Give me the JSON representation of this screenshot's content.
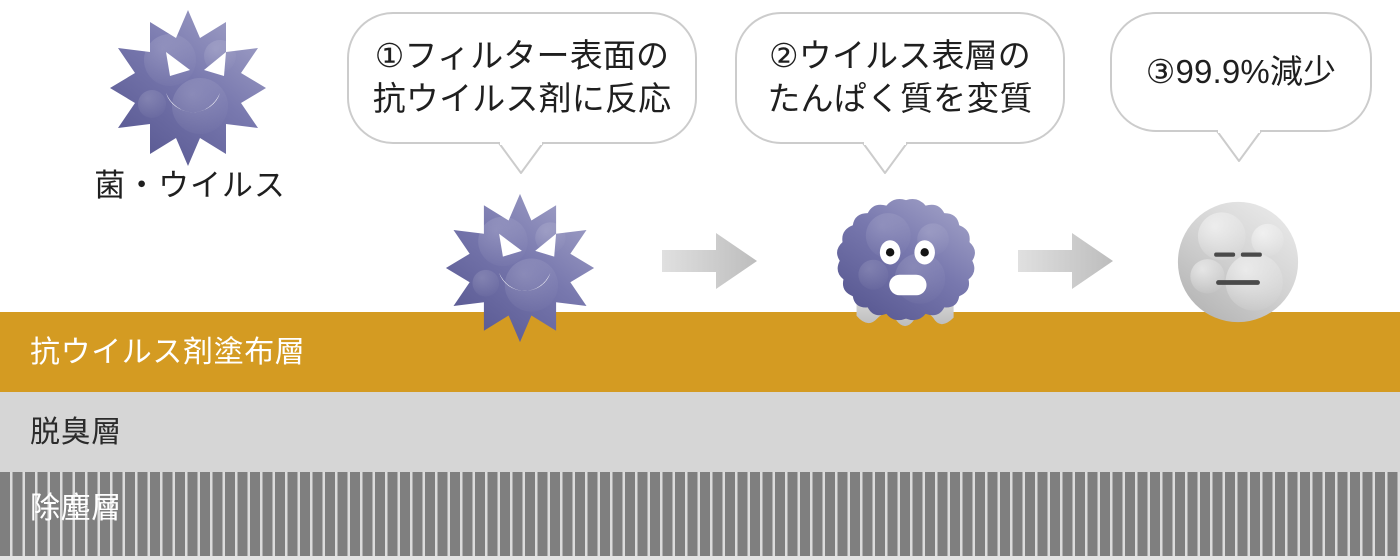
{
  "diagram": {
    "title_semantic": "antiviral-filter-mechanism",
    "background_color": "#ffffff"
  },
  "virus_label": {
    "text": "菌・ウイルス"
  },
  "bubbles": [
    {
      "id": "step-1",
      "number": "①",
      "text": "①フィルター表面の\n抗ウイルス剤に反応",
      "border_color": "#cccccc",
      "text_color": "#1f1f1f"
    },
    {
      "id": "step-2",
      "number": "②",
      "text": "②ウイルス表層の\nたんぱく質を変質",
      "border_color": "#cccccc",
      "text_color": "#1f1f1f"
    },
    {
      "id": "step-3",
      "number": "③",
      "text": "③99.9%減少",
      "border_color": "#cccccc",
      "text_color": "#1f1f1f"
    }
  ],
  "layers": [
    {
      "id": "antiviral",
      "label": "抗ウイルス剤塗布層",
      "fill_color": "#d49b22",
      "text_color": "#ffffff"
    },
    {
      "id": "deodorizing",
      "label": "脱臭層",
      "fill_color": "#d6d6d6",
      "text_color": "#2b2b2b"
    },
    {
      "id": "dust",
      "label": "除塵層",
      "fill_color": "#7f7f7f",
      "text_color": "#ffffff"
    }
  ],
  "viruses": [
    {
      "id": "virus-main",
      "state": "active-spiky",
      "color_light": "#9c9cc4",
      "color_dark": "#55558f",
      "expression": "angry-smiling"
    },
    {
      "id": "virus-step1",
      "state": "active-spiky",
      "color_light": "#9c9cc4",
      "color_dark": "#55558f",
      "expression": "angry-smiling"
    },
    {
      "id": "virus-step2",
      "state": "denatured-bumpy",
      "color_light": "#9c9cc4",
      "color_dark": "#55558f",
      "expression": "surprised-open-mouth"
    },
    {
      "id": "virus-step3",
      "state": "inactivated-round",
      "color_light": "#e8e8e8",
      "color_dark": "#b4b4b4",
      "expression": "dead-flat"
    }
  ],
  "arrows": [
    {
      "id": "arrow-1",
      "direction": "right",
      "color": "#c9c9c9"
    },
    {
      "id": "arrow-2",
      "direction": "right",
      "color": "#c9c9c9"
    }
  ]
}
